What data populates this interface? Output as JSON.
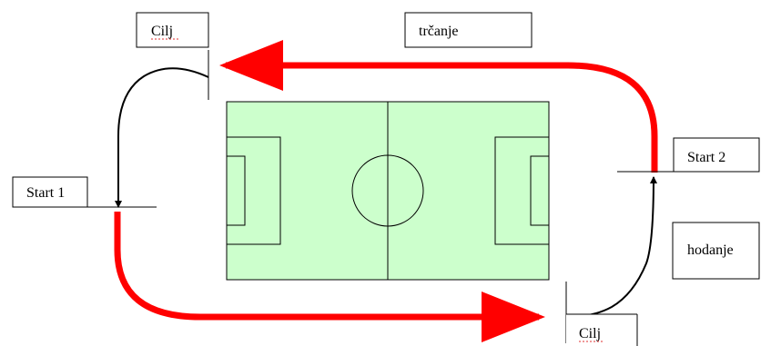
{
  "labels": {
    "cilj_top": "Cilj",
    "cilj_bottom": "Cilj",
    "start1": "Start 1",
    "start2": "Start 2",
    "trcanje": "trčanje",
    "hodanje": "hodanje"
  },
  "colors": {
    "run_path": "#ff0000",
    "walk_path": "#000000",
    "field_fill": "#ccffcc",
    "field_lines": "#000000"
  }
}
